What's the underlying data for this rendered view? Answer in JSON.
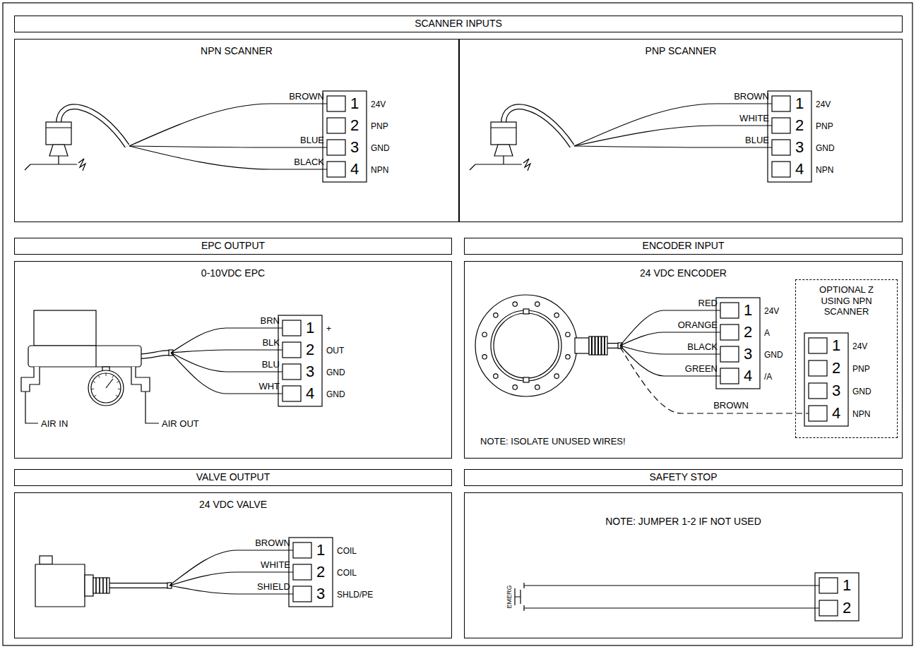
{
  "diagram": {
    "nodes": [
      {
        "text": [
          "SCANNER INPUTS"
        ]
      },
      {
        "text": [
          "NPN SCANNER"
        ]
      },
      {
        "text": [
          "PNP SCANNER"
        ]
      },
      {
        "text": [
          "EPC OUTPUT"
        ]
      },
      {
        "text": [
          "ENCODER INPUT"
        ]
      },
      {
        "text": [
          "0-10VDC EPC"
        ]
      },
      {
        "text": [
          "24 VDC ENCODER"
        ]
      },
      {
        "text": [
          "OPTIONAL Z USING NPN SCANNER"
        ],
        "in": 6
      },
      {
        "text": [
          "VALVE OUTPUT"
        ]
      },
      {
        "text": [
          "SAFETY STOP"
        ]
      },
      {
        "text": [
          "24 VDC VALVE"
        ]
      },
      {
        "text": [
          "NOTE: JUMPER 1-2 IF NOT USED"
        ]
      }
    ],
    "labels": [
      "BROWN",
      "1",
      "24V",
      "2",
      "PNP",
      "BLUE",
      "3",
      "GND",
      "BLACK",
      "4",
      "NPN",
      "BROWN",
      "1",
      "24V",
      "WHITE",
      "2",
      "PNP",
      "BLUE",
      "3",
      "GND",
      "4",
      "NPN",
      "BRN",
      "1",
      "+",
      "BLK",
      "2",
      "OUT",
      "BLU",
      "3",
      "GND",
      "WHT",
      "4",
      "GND",
      "AIR IN",
      "AIR OUT",
      "RED",
      "1",
      "24V",
      "ORANGE",
      "2",
      "A",
      "BLACK",
      "3",
      "GND",
      "GREEN",
      "4",
      "/A",
      "BROWN",
      "NOTE: ISOLATE UNUSED WIRES!",
      "1",
      "24V",
      "2",
      "PNP",
      "3",
      "GND",
      "4",
      "NPN",
      "BROWN",
      "1",
      "COIL",
      "WHITE",
      "2",
      "COIL",
      "SHIELD",
      "3",
      "SHLD/PE",
      "EMERG",
      "1",
      "2"
    ]
  }
}
